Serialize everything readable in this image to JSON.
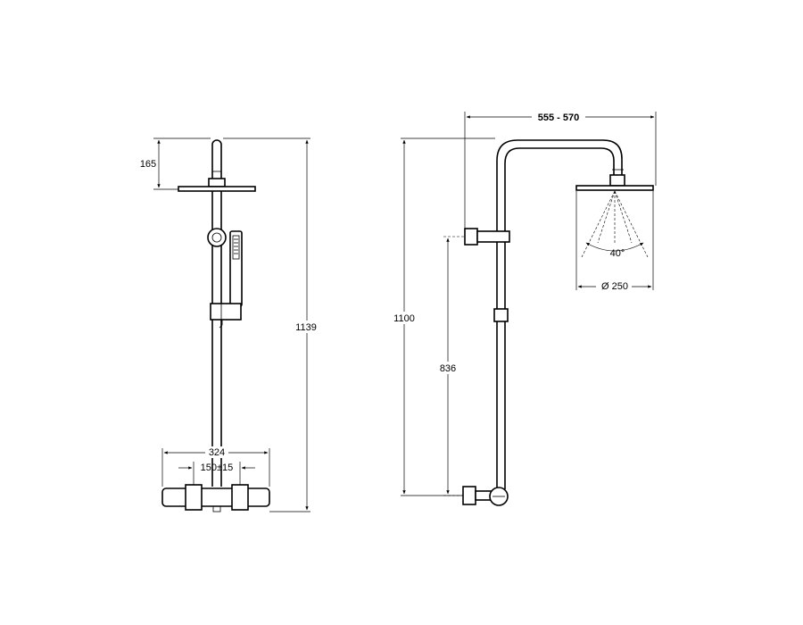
{
  "front_view": {
    "dim_head_height": "165",
    "dim_total_height": "1139",
    "dim_mixer_width": "324",
    "dim_inlet_spacing": "150±15"
  },
  "side_view": {
    "dim_reach": "555 - 570",
    "dim_riser_height": "1100",
    "dim_bracket_height": "836",
    "dim_spray_angle": "40°",
    "dim_head_diameter": "Ø 250"
  }
}
